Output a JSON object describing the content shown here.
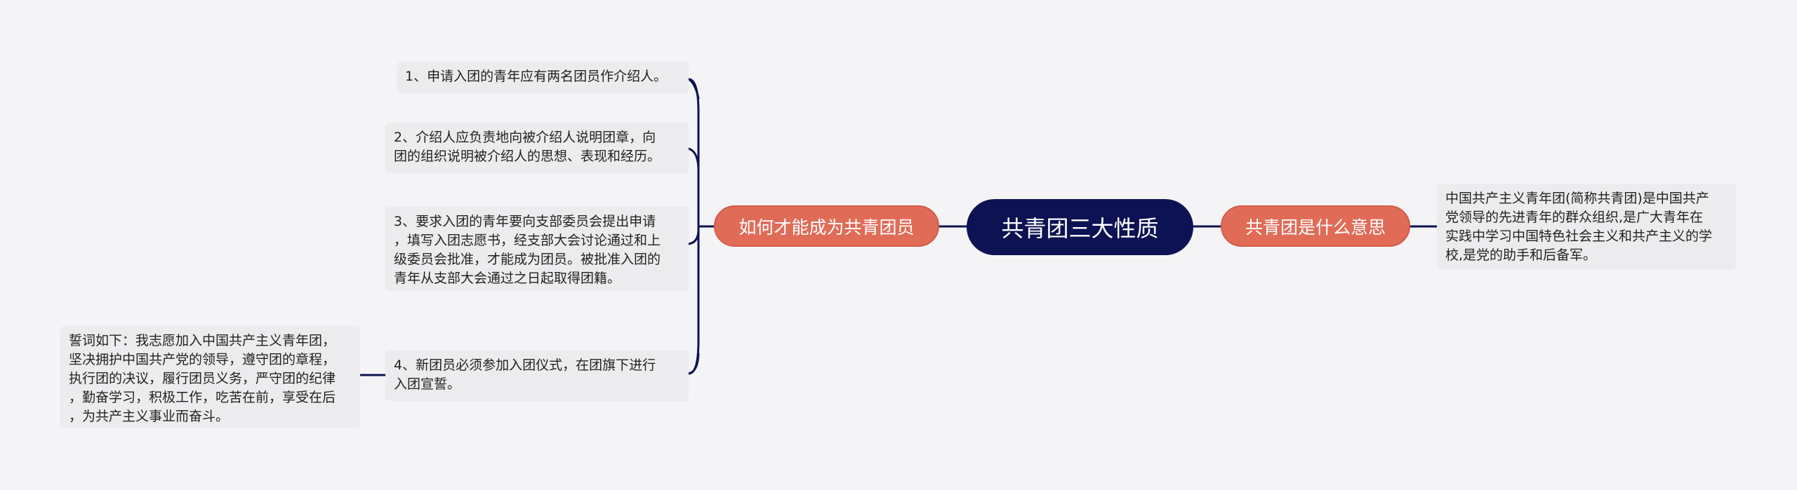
{
  "mindmap": {
    "root": "共青团三大性质",
    "left_branch": {
      "label": "如何才能成为共青团员",
      "children": [
        "1、申请入团的青年应有两名团员作介绍人。",
        "2、介绍人应负责地向被介绍人说明团章，向\n团的组织说明被介绍人的思想、表现和经历。",
        "3、要求入团的青年要向支部委员会提出申请\n，填写入团志愿书，经支部大会讨论通过和上\n级委员会批准，才能成为团员。被批准入团的\n青年从支部大会通过之日起取得团籍。",
        "4、新团员必须参加入团仪式，在团旗下进行\n入团宣誓。"
      ],
      "grandchild": "誓词如下：我志愿加入中国共产主义青年团，\n坚决拥护中国共产党的领导，遵守团的章程，\n执行团的决议，履行团员义务，严守团的纪律\n，勤奋学习，积极工作，吃苦在前，享受在后\n，为共产主义事业而奋斗。"
    },
    "right_branch": {
      "label": "共青团是什么意思",
      "children": [
        "中国共产主义青年团(简称共青团)是中国共产\n党领导的先进青年的群众组织,是广大青年在\n实践中学习中国特色社会主义和共产主义的学\n校,是党的助手和后备军。"
      ]
    }
  },
  "colors": {
    "background": "#f4f4f6",
    "root_fill": "#0d1253",
    "branch_fill": "#e06c58",
    "leaf_fill": "#ececef",
    "connector": "#0d1253"
  }
}
